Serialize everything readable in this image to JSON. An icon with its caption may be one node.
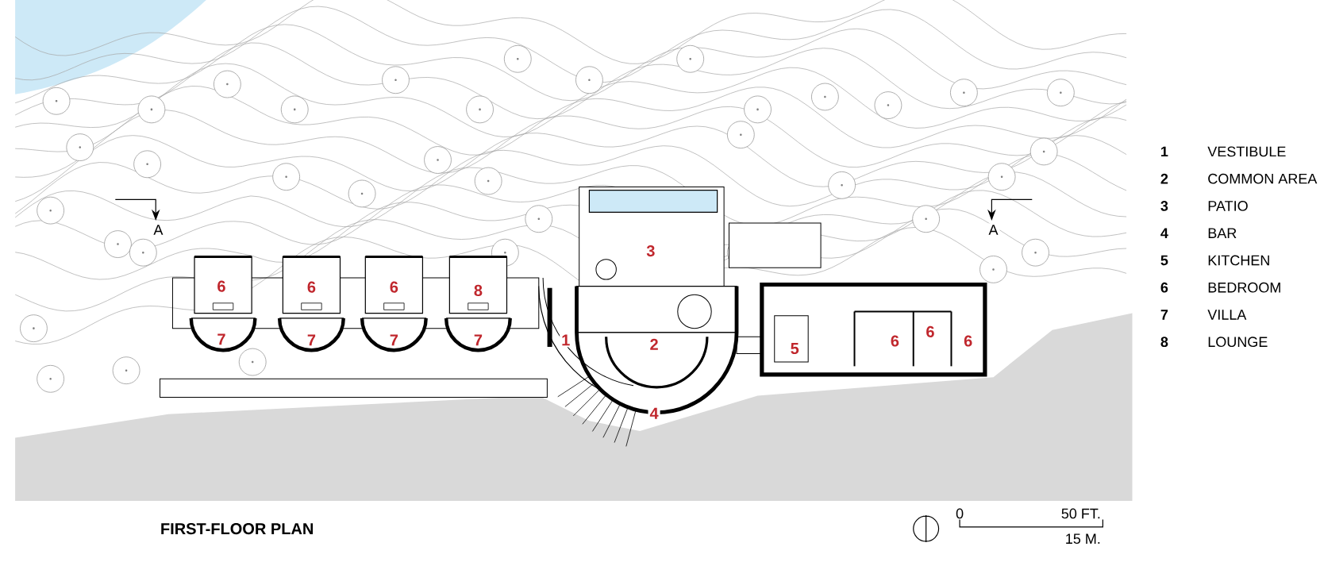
{
  "diagram": {
    "title": "FIRST-FLOOR PLAN",
    "labels": [
      "A",
      "A",
      "3",
      "6",
      "6",
      "6",
      "8",
      "7",
      "7",
      "7",
      "7",
      "1",
      "2",
      "5",
      "6",
      "6",
      "6",
      "4",
      "1",
      "VESTIBULE",
      "2",
      "COMMON AREA",
      "3",
      "PATIO",
      "4",
      "BAR",
      "5",
      "KITCHEN",
      "6",
      "BEDROOM",
      "7",
      "VILLA",
      "8",
      "LOUNGE",
      "0",
      "50 FT.",
      "15 M."
    ]
  }
}
